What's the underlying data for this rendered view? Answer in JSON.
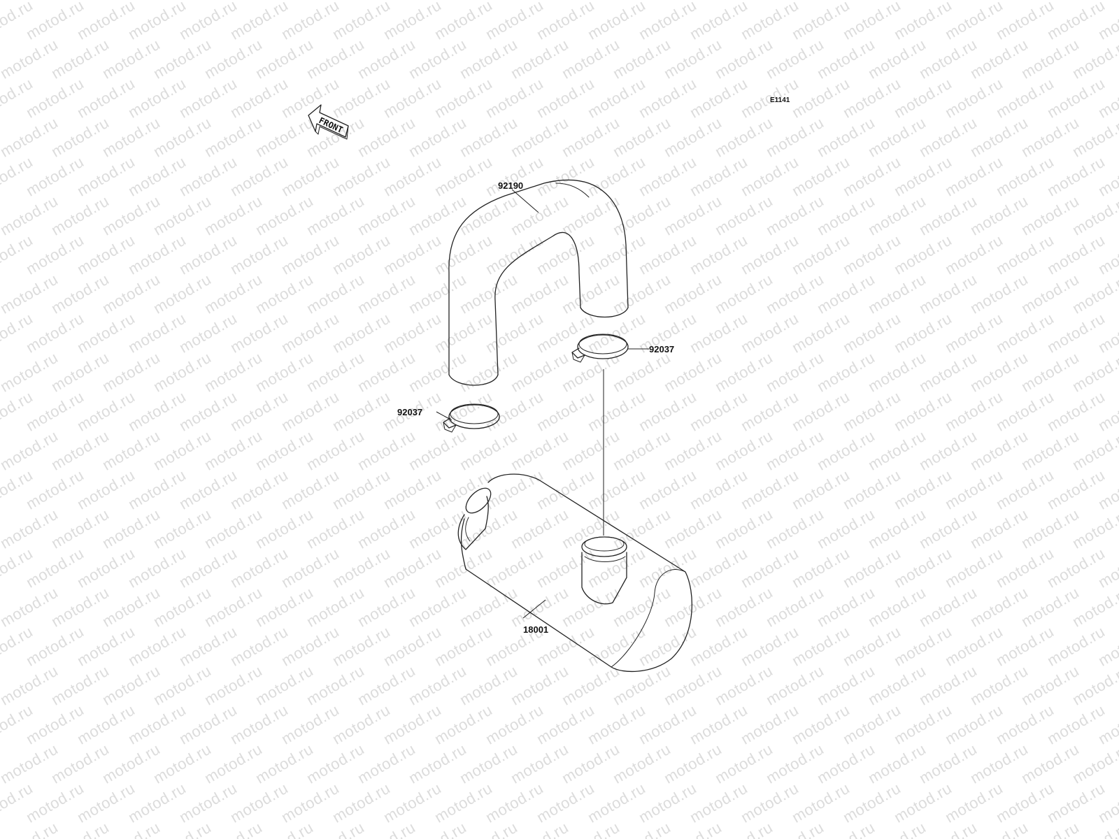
{
  "watermark": {
    "text": "motod.ru"
  },
  "diagram": {
    "reference_code": "E1141",
    "front_label": "FRONT",
    "parts": [
      {
        "number": "92190"
      },
      {
        "number": "92037"
      },
      {
        "number": "92037"
      },
      {
        "number": "18001"
      }
    ]
  }
}
